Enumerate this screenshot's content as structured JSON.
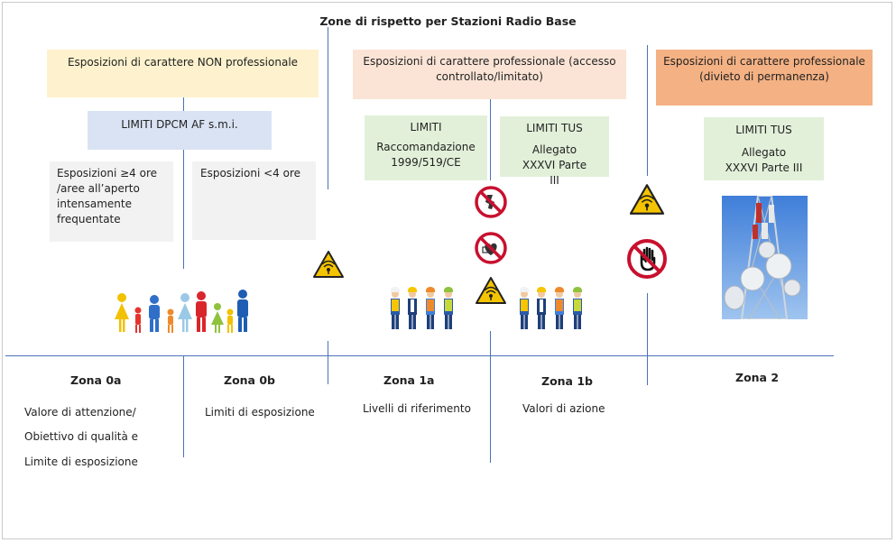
{
  "title": "Zone di rispetto per Stazioni Radio Base",
  "headers": {
    "non_prof": "Esposizioni di carattere NON professionale",
    "prof_controlled": "Esposizioni di carattere professionale (accesso controllato/limitato)",
    "prof_forbidden": "Esposizioni di carattere professionale (divieto di permanenza)"
  },
  "limits": {
    "dpcm": "LIMITI DPCM AF s.m.i.",
    "raccomandazione_title": "LIMITI",
    "raccomandazione_body": "Raccomandazione 1999/519/CE",
    "tus1_title": "LIMITI TUS",
    "tus1_body": "Allegato XXXVI Parte III",
    "tus2_title": "LIMITI TUS",
    "tus2_body": "Allegato XXXVI Parte III"
  },
  "exposures": {
    "long": "Esposizioni ≥4 ore /aree all’aperto intensamente frequentate",
    "short": "Esposizioni <4 ore"
  },
  "zones": [
    {
      "name": "Zona 0a",
      "desc": [
        "Valore di attenzione/",
        "Obiettivo di qualità e",
        "Limite di esposizione"
      ]
    },
    {
      "name": "Zona 0b",
      "desc": [
        "Limiti di esposizione"
      ]
    },
    {
      "name": "Zona 1a",
      "desc": [
        "Livelli di riferimento"
      ]
    },
    {
      "name": "Zona 1b",
      "desc": [
        "Valori di azione"
      ]
    },
    {
      "name": "Zona 2",
      "desc": []
    }
  ],
  "colors": {
    "line": "#4a72b8",
    "warning": "#f5c400",
    "prohibition": "#c8102e"
  },
  "icons": [
    "radiation-warning-icon",
    "no-pacemaker-icon",
    "no-implant-icon",
    "no-entry-hand-icon",
    "antenna-tower-image",
    "family-icon",
    "workers-icon"
  ]
}
